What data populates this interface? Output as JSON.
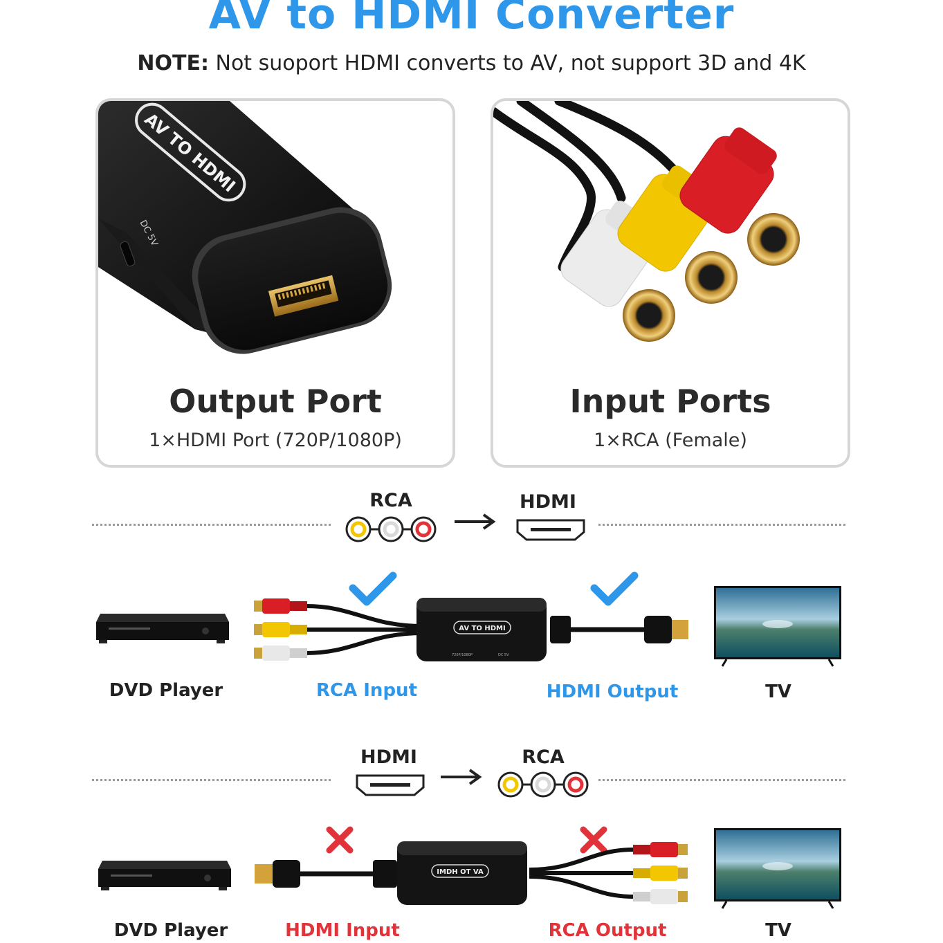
{
  "header": {
    "title": "AV to HDMI Converter",
    "note_label": "NOTE:",
    "note_text": " Not suoport HDMI converts to AV, not support 3D and 4K"
  },
  "cards": {
    "output": {
      "title": "Output Port",
      "subtitle": "1×HDMI Port (720P/1080P)",
      "device_label": "AV TO HDMI",
      "dc_label": "DC 5V"
    },
    "input": {
      "title": "Input Ports",
      "subtitle": "1×RCA (Female)"
    }
  },
  "row_supported": {
    "from_label": "RCA",
    "to_label": "HDMI",
    "status": "check-icon",
    "source": "DVD Player",
    "input_label": "RCA Input",
    "output_label": "HDMI Output",
    "target": "TV",
    "device_label": "AV TO HDMI",
    "res_label": "720P/1080P",
    "dc_label": "DC 5V"
  },
  "row_unsupported": {
    "from_label": "HDMI",
    "to_label": "RCA",
    "status": "cross-icon",
    "source": "DVD Player",
    "input_label": "HDMI Input",
    "output_label": "RCA Output",
    "target": "TV",
    "device_label": "IMDH OT VA"
  },
  "colors": {
    "accent_blue": "#2f97ea",
    "error_red": "#e0333a",
    "rca_yellow": "#f2c600",
    "rca_white": "#d9d9d9",
    "rca_red": "#e0333a"
  }
}
